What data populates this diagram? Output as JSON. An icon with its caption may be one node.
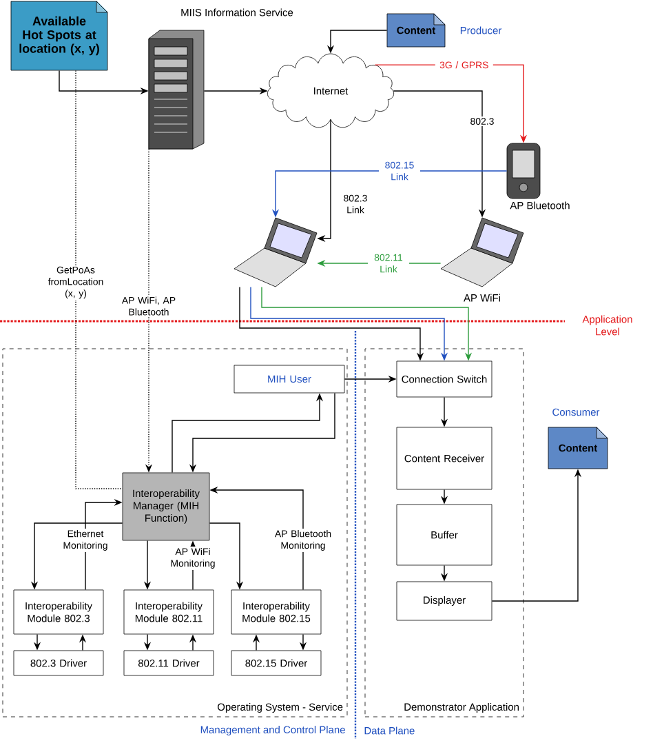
{
  "diagram": {
    "nodes": [
      {
        "text": [
          "Available Hot Spots at location (x, y)"
        ]
      },
      {
        "text": [],
        "shape": "picture",
        "beside": [
          "MIIS Information Service"
        ]
      },
      {
        "text": [
          "Content"
        ],
        "beside": [
          "Producer"
        ]
      },
      {
        "text": [
          "Internet"
        ]
      },
      {
        "text": [],
        "shape": "picture",
        "beside": [
          "AP Bluetooth"
        ]
      },
      {
        "text": [],
        "shape": "picture"
      },
      {
        "text": [],
        "shape": "picture",
        "beside": [
          "AP WiFi"
        ]
      },
      {
        "text": [
          "Operating System - Service"
        ]
      },
      {
        "text": [
          "Demonstrator Application"
        ]
      },
      {
        "text": [
          "MIH User"
        ],
        "in": 7
      },
      {
        "text": [
          "Interoperability Manager (MIH Function)"
        ],
        "in": 7
      },
      {
        "text": [
          "Interoperability Module 802.3"
        ],
        "in": 7
      },
      {
        "text": [
          "Interoperability Module 802.11"
        ],
        "in": 7
      },
      {
        "text": [
          "Interoperability Module 802.15"
        ],
        "in": 7
      },
      {
        "text": [
          "802.3 Driver"
        ],
        "in": 7
      },
      {
        "text": [
          "802.11 Driver"
        ],
        "in": 7
      },
      {
        "text": [
          "802.15 Driver"
        ],
        "in": 7
      },
      {
        "text": [
          "Connection Switch"
        ],
        "in": 8
      },
      {
        "text": [
          "Content Receiver"
        ],
        "in": 8
      },
      {
        "text": [
          "Buffer"
        ],
        "in": 8
      },
      {
        "text": [
          "Displayer"
        ],
        "in": 8
      },
      {
        "text": [
          "Content"
        ],
        "beside": [
          "Consumer"
        ]
      }
    ],
    "edges": [
      {
        "from": 0,
        "to": 1,
        "arrow": "to"
      },
      {
        "from": 1,
        "to": 3,
        "arrow": "to"
      },
      {
        "from": 2,
        "to": 3,
        "arrow": "to"
      },
      {
        "from": 3,
        "to": 4,
        "arrow": "to",
        "label": "3G / GPRS",
        "color": "#e41a1c"
      },
      {
        "from": 3,
        "to": 6,
        "arrow": "to",
        "label": "802.3"
      },
      {
        "from": 3,
        "to": 5,
        "arrow": "to",
        "label": "802.3 Link"
      },
      {
        "from": 4,
        "to": 5,
        "arrow": "to",
        "label": "802.15 Link",
        "color": "#1f4fbf"
      },
      {
        "from": 6,
        "to": 5,
        "arrow": "to",
        "label": "802.11 Link",
        "color": "#2c9c3c"
      },
      {
        "from": 5,
        "to": 17,
        "arrow": "to"
      },
      {
        "from": 5,
        "to": 17,
        "arrow": "to",
        "color": "#1f4fbf"
      },
      {
        "from": 5,
        "to": 17,
        "arrow": "to",
        "color": "#2c9c3c"
      },
      {
        "from": 0,
        "to": 10,
        "arrow": "none",
        "style": "dashed",
        "label": "GetPoAs fromLocation (x, y)"
      },
      {
        "from": 1,
        "to": 10,
        "arrow": "to",
        "style": "dashed",
        "label": "AP WiFi, AP Bluetooth"
      },
      {
        "from": 10,
        "to": 9,
        "arrow": "to"
      },
      {
        "from": 9,
        "to": 10,
        "arrow": "to"
      },
      {
        "from": 10,
        "to": 11,
        "arrow": "to"
      },
      {
        "from": 11,
        "to": 10,
        "arrow": "to",
        "label": "Ethernet Monitoring"
      },
      {
        "from": 10,
        "to": 12,
        "arrow": "to"
      },
      {
        "from": 12,
        "to": 10,
        "arrow": "to",
        "label": "AP WiFi Monitoring"
      },
      {
        "from": 10,
        "to": 13,
        "arrow": "to"
      },
      {
        "from": 13,
        "to": 10,
        "arrow": "to",
        "label": "AP Bluetooth Monitoring"
      },
      {
        "from": 11,
        "to": 14,
        "arrow": "to"
      },
      {
        "from": 14,
        "to": 11,
        "arrow": "to"
      },
      {
        "from": 12,
        "to": 15,
        "arrow": "to"
      },
      {
        "from": 15,
        "to": 12,
        "arrow": "to"
      },
      {
        "from": 16,
        "to": 13,
        "arrow": "to"
      },
      {
        "from": 13,
        "to": 16,
        "arrow": "to"
      },
      {
        "from": 9,
        "to": 17,
        "arrow": "to"
      },
      {
        "from": 17,
        "to": 18,
        "arrow": "to"
      },
      {
        "from": 18,
        "to": 19,
        "arrow": "to"
      },
      {
        "from": 19,
        "to": 20,
        "arrow": "to"
      },
      {
        "from": 20,
        "to": 21,
        "arrow": "to"
      }
    ],
    "labels": [
      "Application Level",
      "Management and Control Plane",
      "Data Plane"
    ]
  }
}
